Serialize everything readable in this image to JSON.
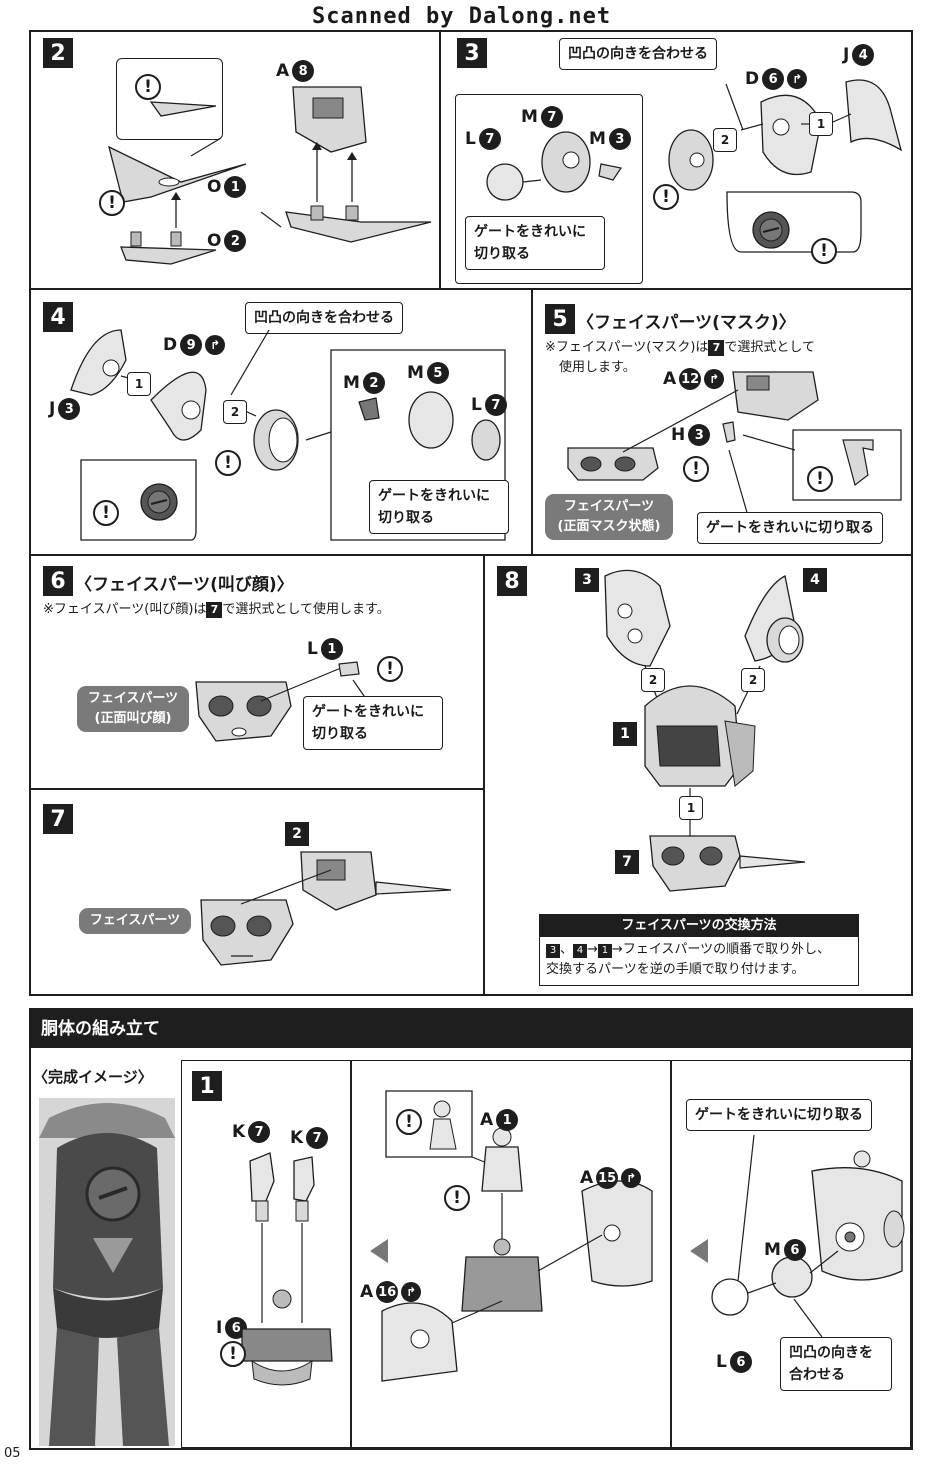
{
  "header": {
    "scan_credit": "Scanned by Dalong.net"
  },
  "page_number": "05",
  "common": {
    "warn": "!",
    "gate_clean": "ゲートをきれいに切り取る",
    "gate_line1": "ゲートをきれいに",
    "gate_line2": "切り取る",
    "align_convex": "凹凸の向きを合わせる",
    "align_line1": "凹凸の向きを",
    "align_line2": "合わせる"
  },
  "step2": {
    "num": "2",
    "parts": [
      {
        "letter": "A",
        "num": "8"
      },
      {
        "letter": "O",
        "num": "1"
      },
      {
        "letter": "O",
        "num": "2"
      }
    ]
  },
  "step3": {
    "num": "3",
    "parts": [
      {
        "letter": "D",
        "num": "6"
      },
      {
        "letter": "J",
        "num": "4"
      },
      {
        "letter": "M",
        "num": "7"
      },
      {
        "letter": "L",
        "num": "7"
      },
      {
        "letter": "M",
        "num": "3"
      }
    ],
    "order": [
      "1",
      "2"
    ]
  },
  "step4": {
    "num": "4",
    "parts": [
      {
        "letter": "D",
        "num": "9"
      },
      {
        "letter": "J",
        "num": "3"
      },
      {
        "letter": "M",
        "num": "2"
      },
      {
        "letter": "M",
        "num": "5"
      },
      {
        "letter": "L",
        "num": "7"
      }
    ],
    "order": [
      "1",
      "2"
    ]
  },
  "step5": {
    "num": "5",
    "title": "〈フェイスパーツ(マスク)〉",
    "note_line1": "※フェイスパーツ(マスク)は",
    "note_ref": "7",
    "note_line1_tail": "で選択式として",
    "note_line2": "使用します。",
    "parts": [
      {
        "letter": "A",
        "num": "12"
      },
      {
        "letter": "H",
        "num": "3"
      }
    ],
    "pill_line1": "フェイスパーツ",
    "pill_line2": "(正面マスク状態)"
  },
  "step6": {
    "num": "6",
    "title": "〈フェイスパーツ(叫び顔)〉",
    "note_head": "※フェイスパーツ(叫び顔)は",
    "note_ref": "7",
    "note_tail": "で選択式として使用します。",
    "parts": [
      {
        "letter": "L",
        "num": "1"
      }
    ],
    "pill_line1": "フェイスパーツ",
    "pill_line2": "(正面叫び顔)"
  },
  "step7": {
    "num": "7",
    "ref": "2",
    "pill": "フェイスパーツ"
  },
  "step8": {
    "num": "8",
    "refs": [
      "3",
      "4",
      "1",
      "7"
    ],
    "order": [
      "2",
      "2",
      "1"
    ],
    "exchange_title": "フェイスパーツの交換方法",
    "exchange_r1": "3",
    "exchange_sep": "、",
    "exchange_r2": "4",
    "exchange_arrow": "→",
    "exchange_r3": "1",
    "exchange_line1_tail": "→フェイスパーツの順番で取り外し、",
    "exchange_line2": "交換するパーツを逆の手順で取り付けます。"
  },
  "torso": {
    "section_title": "胴体の組み立て",
    "image_caption": "〈完成イメージ〉",
    "step_num": "1",
    "parts_a": [
      {
        "letter": "K",
        "num": "7"
      },
      {
        "letter": "K",
        "num": "7"
      },
      {
        "letter": "I",
        "num": "6"
      }
    ],
    "parts_b": [
      {
        "letter": "A",
        "num": "1"
      },
      {
        "letter": "A",
        "num": "15"
      },
      {
        "letter": "A",
        "num": "16"
      }
    ],
    "parts_c": [
      {
        "letter": "M",
        "num": "6"
      },
      {
        "letter": "L",
        "num": "6"
      }
    ]
  },
  "colors": {
    "ink": "#1e1e1e",
    "gray_pill": "#7a7a7a",
    "part_fill": "#d9d9d9",
    "part_dark": "#555555"
  }
}
